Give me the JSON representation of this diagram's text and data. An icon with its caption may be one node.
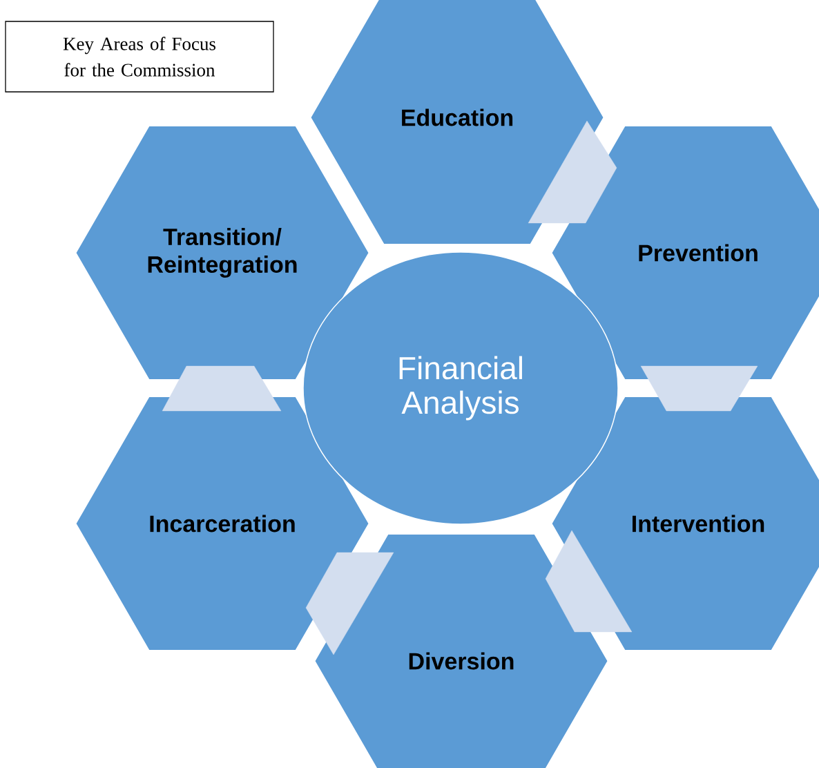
{
  "diagram": {
    "nodes": [
      {
        "text": [
          "Key Areas of Focus for the Commission"
        ]
      },
      {
        "text": [
          "Education"
        ]
      },
      {
        "text": [
          "Prevention"
        ]
      },
      {
        "text": [
          "Intervention"
        ]
      },
      {
        "text": [
          "Diversion"
        ]
      },
      {
        "text": [
          "Incarceration"
        ]
      },
      {
        "text": [
          "Transition/ Reintegration"
        ]
      },
      {
        "text": [
          "Financial Analysis"
        ]
      }
    ],
    "edges": [
      {
        "from": 1,
        "to": 2,
        "arrow": "none"
      },
      {
        "from": 2,
        "to": 3,
        "arrow": "none"
      },
      {
        "from": 3,
        "to": 4,
        "arrow": "none"
      },
      {
        "from": 4,
        "to": 5,
        "arrow": "none"
      },
      {
        "from": 5,
        "to": 6,
        "arrow": "none"
      }
    ]
  }
}
